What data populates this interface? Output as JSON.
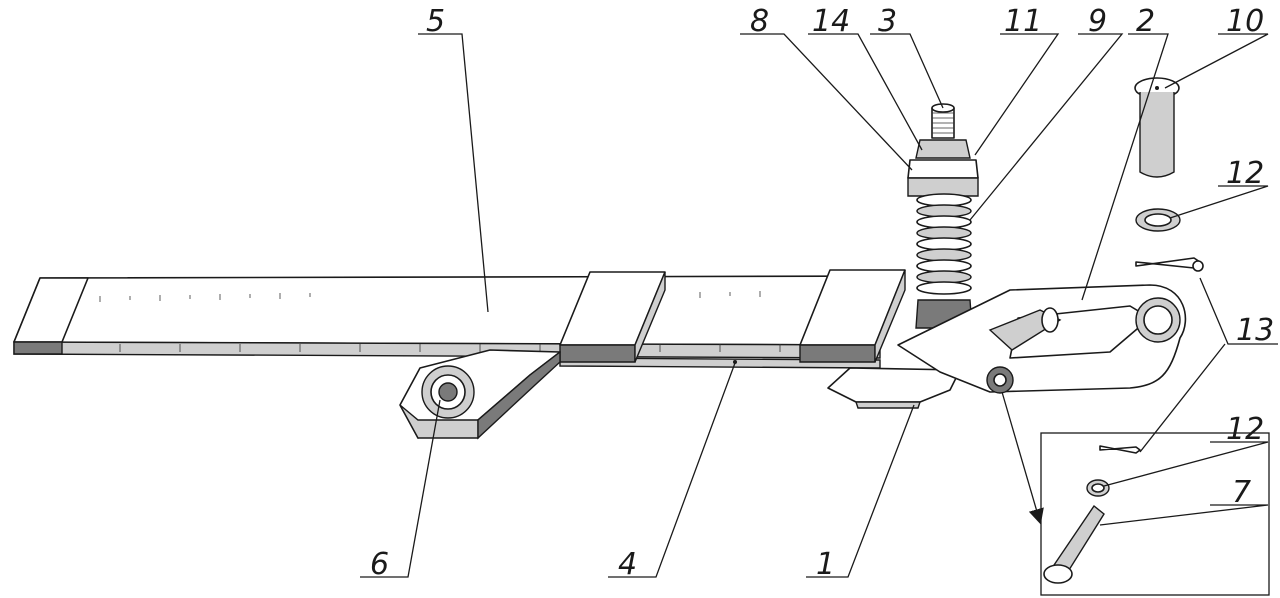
{
  "callouts": {
    "c1": "1",
    "c2": "2",
    "c3": "3",
    "c4": "4",
    "c5": "5",
    "c6": "6",
    "c7": "7",
    "c8": "8",
    "c9": "9",
    "c10": "10",
    "c11": "11",
    "c12a": "12",
    "c12b": "12",
    "c13": "13",
    "c14": "14"
  }
}
